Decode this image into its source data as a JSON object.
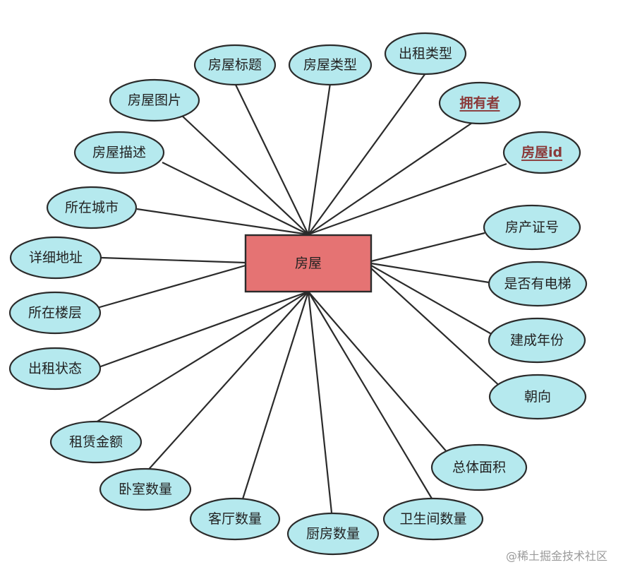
{
  "entity": {
    "label": "房屋"
  },
  "attributes": [
    {
      "id": "title",
      "label": "房屋标题",
      "key": false
    },
    {
      "id": "type",
      "label": "房屋类型",
      "key": false
    },
    {
      "id": "rent-type",
      "label": "出租类型",
      "key": false
    },
    {
      "id": "owner",
      "label": "拥有者",
      "key": true
    },
    {
      "id": "house-id",
      "label": "房屋id",
      "key": true
    },
    {
      "id": "image",
      "label": "房屋图片",
      "key": false
    },
    {
      "id": "desc",
      "label": "房屋描述",
      "key": false
    },
    {
      "id": "city",
      "label": "所在城市",
      "key": false
    },
    {
      "id": "address",
      "label": "详细地址",
      "key": false
    },
    {
      "id": "floor",
      "label": "所在楼层",
      "key": false
    },
    {
      "id": "status",
      "label": "出租状态",
      "key": false
    },
    {
      "id": "amount",
      "label": "租赁金额",
      "key": false
    },
    {
      "id": "bedrooms",
      "label": "卧室数量",
      "key": false
    },
    {
      "id": "halls",
      "label": "客厅数量",
      "key": false
    },
    {
      "id": "kitchens",
      "label": "厨房数量",
      "key": false
    },
    {
      "id": "bathrooms",
      "label": "卫生间数量",
      "key": false
    },
    {
      "id": "area",
      "label": "总体面积",
      "key": false
    },
    {
      "id": "orient",
      "label": "朝向",
      "key": false
    },
    {
      "id": "year",
      "label": "建成年份",
      "key": false
    },
    {
      "id": "elevator",
      "label": "是否有电梯",
      "key": false
    },
    {
      "id": "cert",
      "label": "房产证号",
      "key": false
    }
  ],
  "watermark": "@稀土掘金技术社区",
  "colors": {
    "entity_fill": "#e57373",
    "attribute_fill": "#b5e9ee",
    "key_text": "#8b3a3a",
    "line": "#2b2b2b"
  }
}
